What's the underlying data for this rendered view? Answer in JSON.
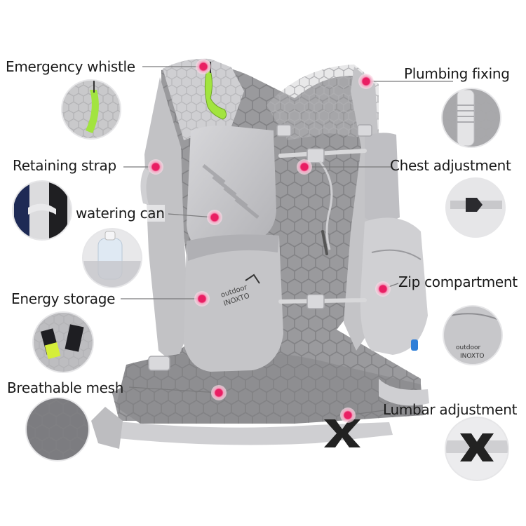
{
  "labels": {
    "emergency_whistle": "Emergency whistle",
    "plumbing_fixing": "Plumbing fixing",
    "retaining_strap": "Retaining strap",
    "chest_adjustment": "Chest adjustment",
    "watering_can": "watering can",
    "energy_storage": "Energy storage",
    "zip_compartment": "Zip compartment",
    "breathable_mesh": "Breathable mesh",
    "lumbar_adjustment": "Lumbar adjustment"
  },
  "brand_mark": "outdoor INOXTO",
  "colors": {
    "hotspot": "#e91e63",
    "vest_gray": "#c9c9cb",
    "mesh_gray": "#8f8f91",
    "whistle_green": "#9ee23c",
    "bottle_blue": "#2f7fd8"
  }
}
